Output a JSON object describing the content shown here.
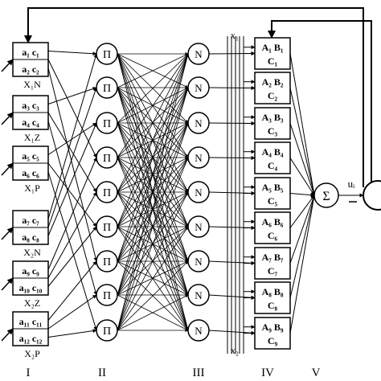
{
  "layer1_blocks": [
    {
      "line1": "a₁ c₁",
      "line2": "a₂ c₂",
      "input_label": "X₁N"
    },
    {
      "line1": "a₃ c₃",
      "line2": "a₄ c₄",
      "input_label": "X₁Z"
    },
    {
      "line1": "a₅ c₅",
      "line2": "a₆ c₆",
      "input_label": "X₁P"
    },
    {
      "line1": "a₇ c₇",
      "line2": "a₈ c₈",
      "input_label": "X₂N"
    },
    {
      "line1": "a₉ c₉",
      "line2": "a₁₀ c₁₀",
      "input_label": "X₂Z"
    },
    {
      "line1": "a₁₁ c₁₁",
      "line2": "a₁₂ c₁₂",
      "input_label": "X₂P"
    }
  ],
  "layer2_symbol": "Π",
  "layer3_symbol": "N",
  "layer4_blocks": [
    {
      "line1": "A₁ B₁",
      "line2": "C₁"
    },
    {
      "line1": "A₂ B₂",
      "line2": "C₂"
    },
    {
      "line1": "A₃ B₃",
      "line2": "C₃"
    },
    {
      "line1": "A₄ B₄",
      "line2": "C₄"
    },
    {
      "line1": "A₅ B₅",
      "line2": "C₅"
    },
    {
      "line1": "A₆ B₆",
      "line2": "C₆"
    },
    {
      "line1": "A₇ B₇",
      "line2": "C₇"
    },
    {
      "line1": "A₈ B₈",
      "line2": "C₈"
    },
    {
      "line1": "A₉ B₉",
      "line2": "C₉"
    }
  ],
  "bus_labels": {
    "top": "x₁",
    "bottom": "x₂"
  },
  "sum_symbol": "Σ",
  "output_label": "uᵢ",
  "layer_labels": [
    "I",
    "II",
    "III",
    "IV",
    "V"
  ]
}
